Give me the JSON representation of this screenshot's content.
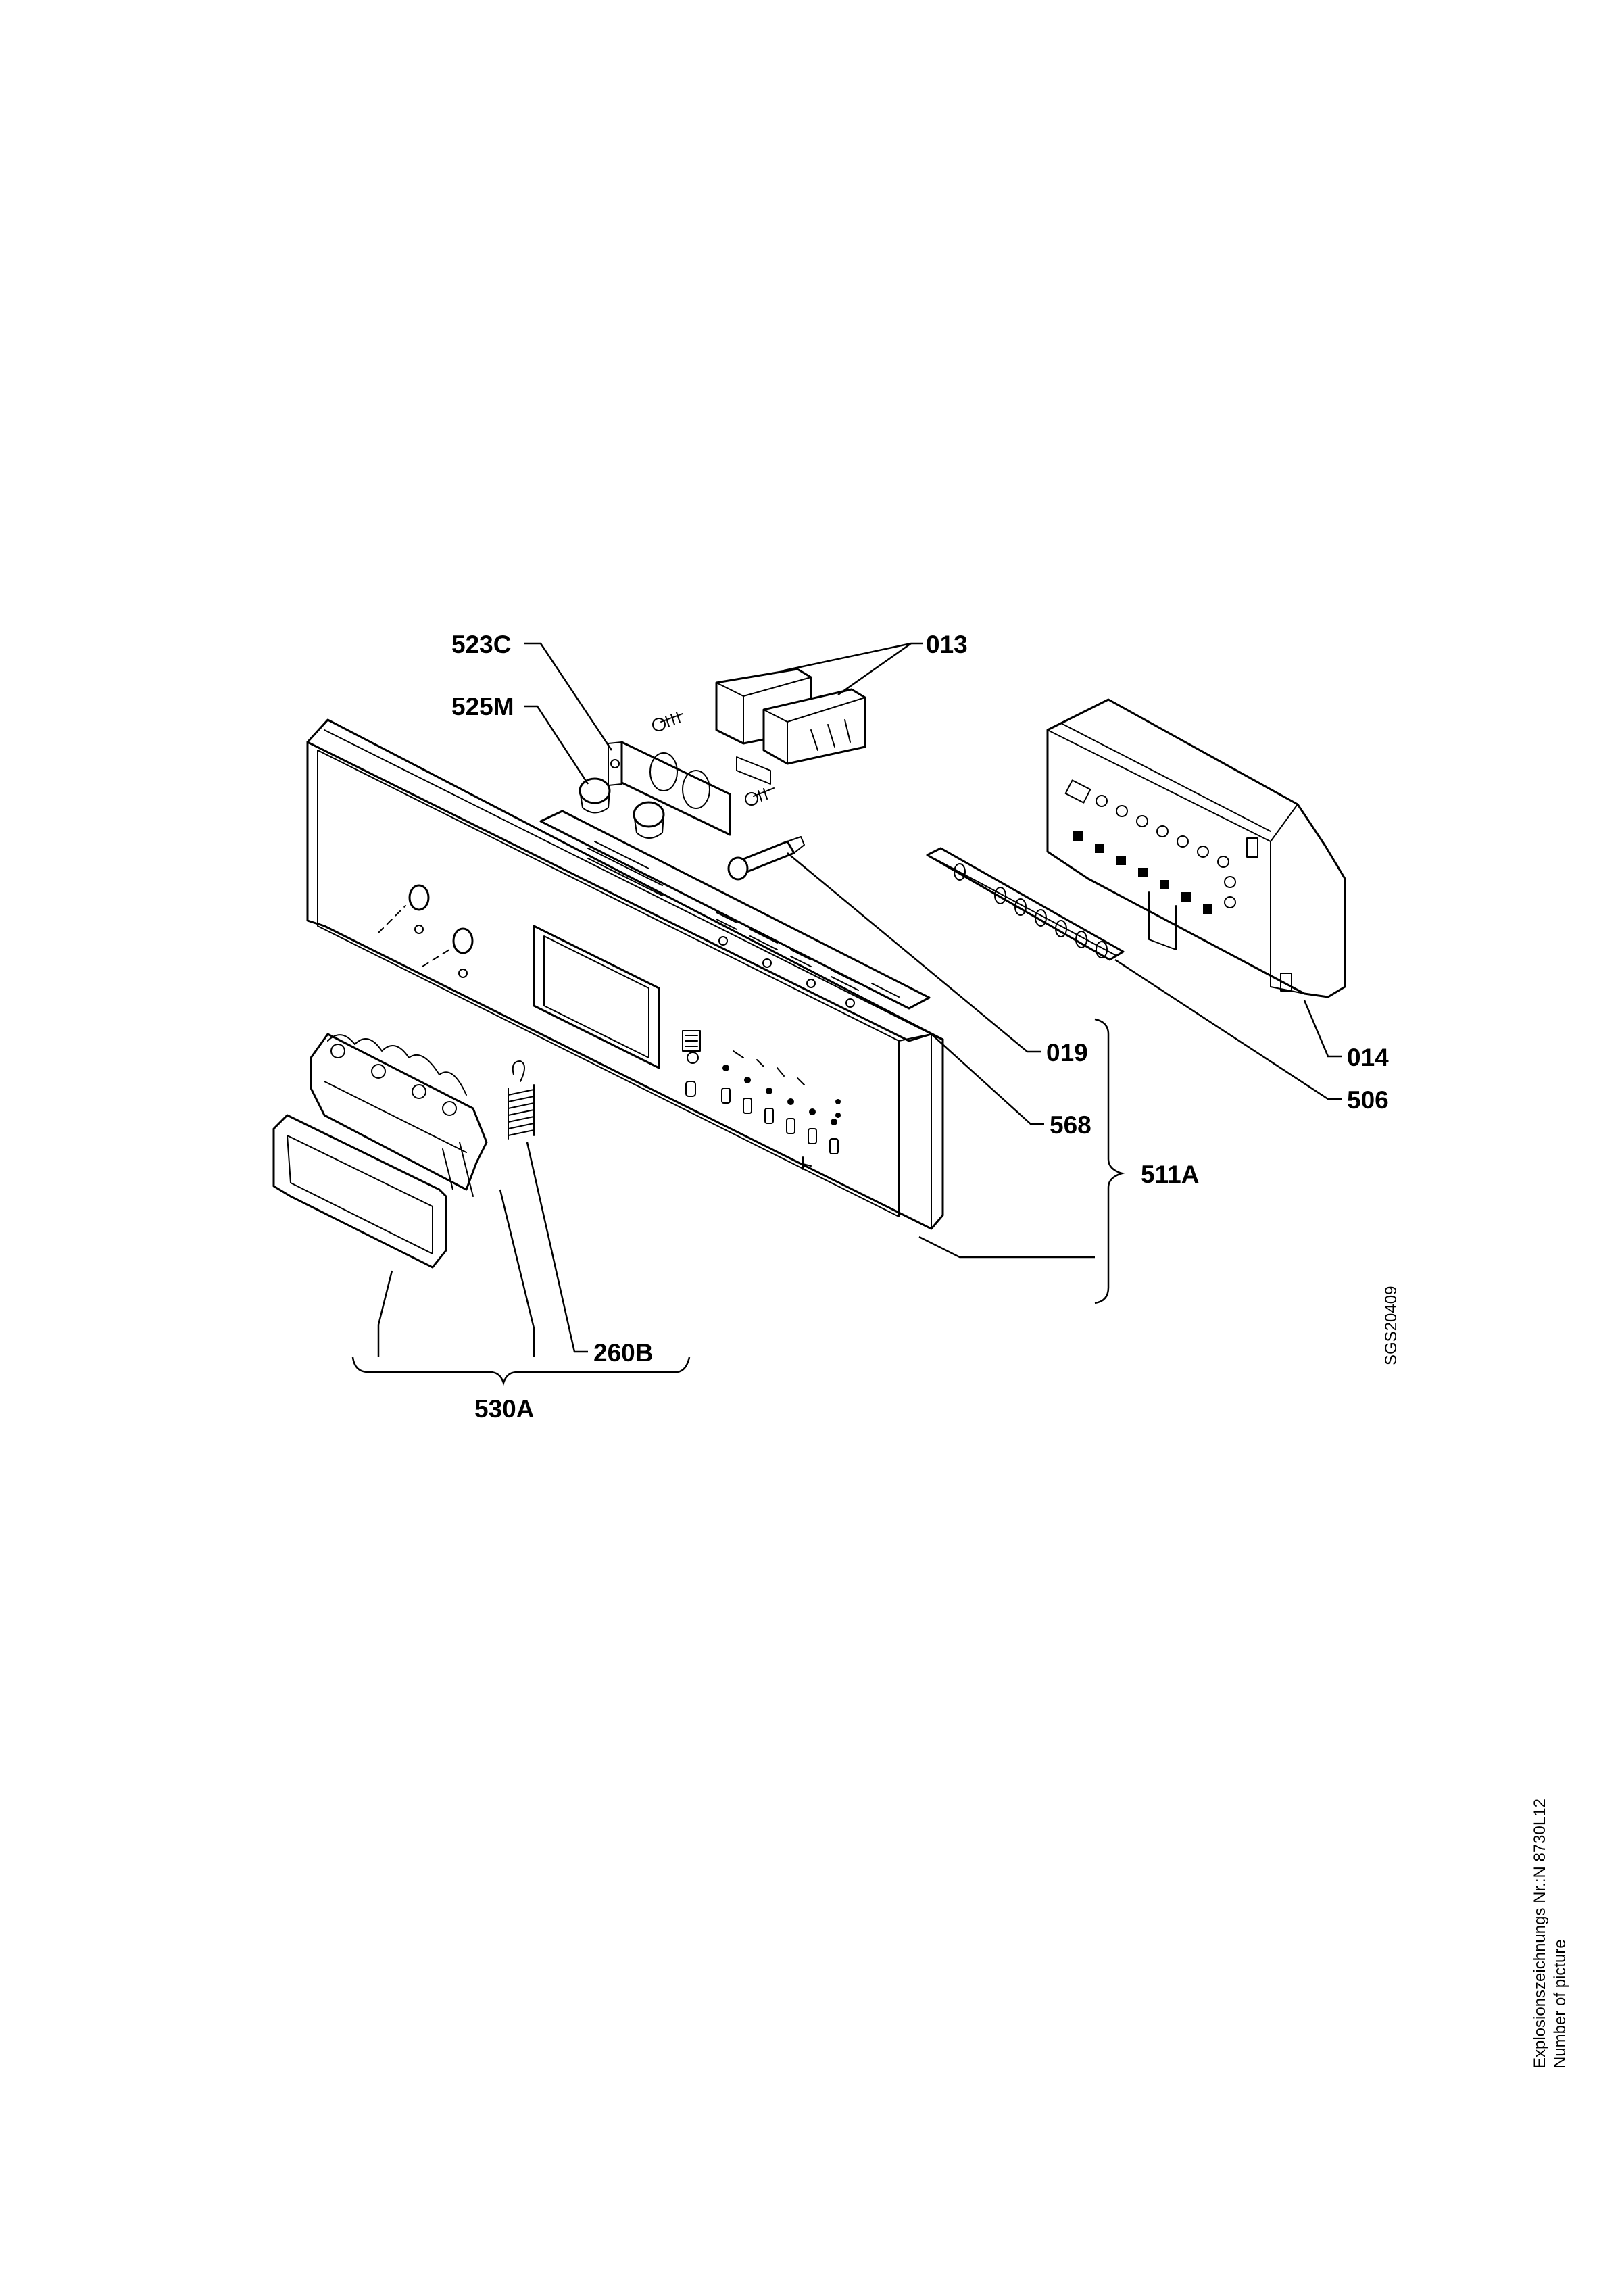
{
  "diagram": {
    "callouts": [
      {
        "id": "523C",
        "label": "523C"
      },
      {
        "id": "525M",
        "label": "525M"
      },
      {
        "id": "013",
        "label": "013"
      },
      {
        "id": "019",
        "label": "019"
      },
      {
        "id": "568",
        "label": "568"
      },
      {
        "id": "014",
        "label": "014"
      },
      {
        "id": "506",
        "label": "506"
      },
      {
        "id": "511A",
        "label": "511A"
      },
      {
        "id": "260B",
        "label": "260B"
      },
      {
        "id": "530A",
        "label": "530A"
      }
    ],
    "drawing_code": "SGS20409"
  },
  "footer": {
    "line1": "Explosionszeichnungs Nr.:N 8730L12",
    "line2": "Number of picture"
  }
}
